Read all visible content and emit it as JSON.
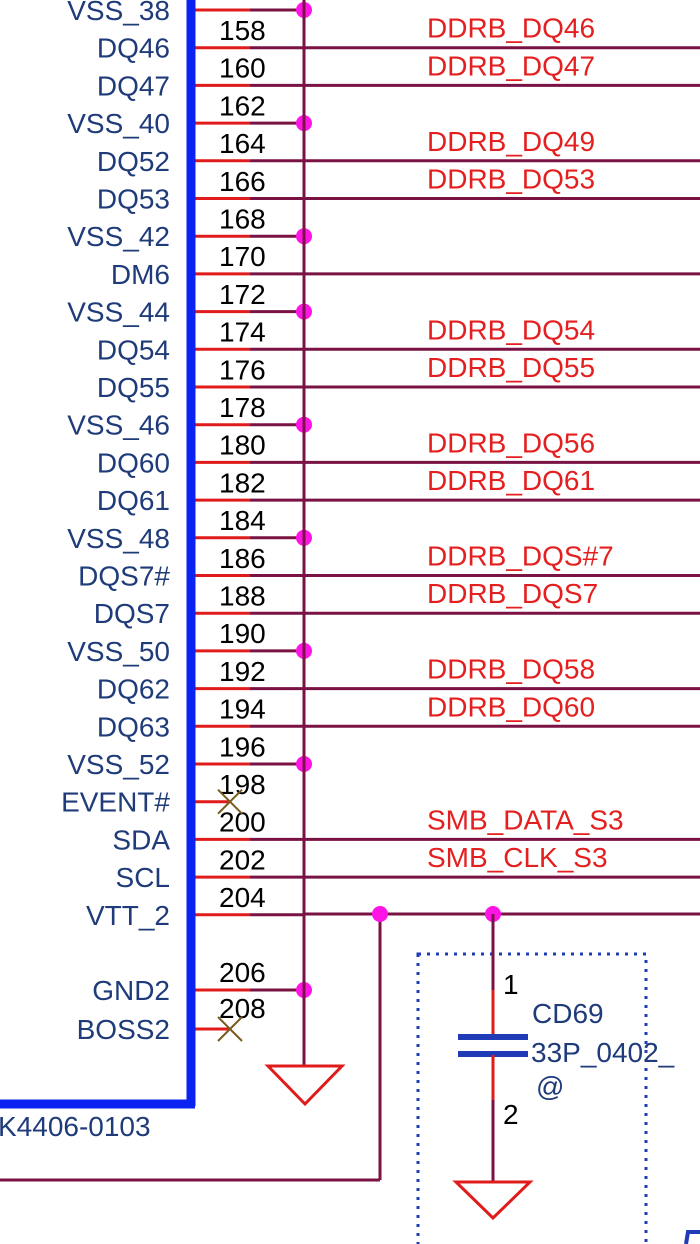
{
  "connector": {
    "part_number": "K4406-0103",
    "pins": [
      {
        "name": "VSS_38",
        "number": "158",
        "net": "",
        "type": "gnd"
      },
      {
        "name": "DQ46",
        "number": "160",
        "net": "DDRB_DQ46",
        "type": "signal"
      },
      {
        "name": "DQ47",
        "number": "162",
        "net": "DDRB_DQ47",
        "type": "signal"
      },
      {
        "name": "VSS_40",
        "number": "164",
        "net": "",
        "type": "gnd"
      },
      {
        "name": "DQ52",
        "number": "166",
        "net": "DDRB_DQ49",
        "type": "signal"
      },
      {
        "name": "DQ53",
        "number": "168",
        "net": "DDRB_DQ53",
        "type": "signal"
      },
      {
        "name": "VSS_42",
        "number": "170",
        "net": "",
        "type": "gnd"
      },
      {
        "name": "DM6",
        "number": "172",
        "net": "",
        "type": "signal"
      },
      {
        "name": "VSS_44",
        "number": "174",
        "net": "",
        "type": "gnd"
      },
      {
        "name": "DQ54",
        "number": "176",
        "net": "DDRB_DQ54",
        "type": "signal"
      },
      {
        "name": "DQ55",
        "number": "178",
        "net": "DDRB_DQ55",
        "type": "signal"
      },
      {
        "name": "VSS_46",
        "number": "180",
        "net": "",
        "type": "gnd"
      },
      {
        "name": "DQ60",
        "number": "182",
        "net": "DDRB_DQ56",
        "type": "signal"
      },
      {
        "name": "DQ61",
        "number": "184",
        "net": "DDRB_DQ61",
        "type": "signal"
      },
      {
        "name": "VSS_48",
        "number": "186",
        "net": "",
        "type": "gnd"
      },
      {
        "name": "DQS7#",
        "number": "188",
        "net": "DDRB_DQS#7",
        "type": "signal"
      },
      {
        "name": "DQS7",
        "number": "190",
        "net": "DDRB_DQS7",
        "type": "signal"
      },
      {
        "name": "VSS_50",
        "number": "192",
        "net": "",
        "type": "gnd"
      },
      {
        "name": "DQ62",
        "number": "194",
        "net": "DDRB_DQ58",
        "type": "signal"
      },
      {
        "name": "DQ63",
        "number": "196",
        "net": "DDRB_DQ60",
        "type": "signal"
      },
      {
        "name": "VSS_52",
        "number": "198",
        "net": "",
        "type": "gnd"
      },
      {
        "name": "EVENT#",
        "number": "200",
        "net": "",
        "type": "nc"
      },
      {
        "name": "SDA",
        "number": "202",
        "net": "SMB_DATA_S3",
        "type": "signal"
      },
      {
        "name": "SCL",
        "number": "204",
        "net": "SMB_CLK_S3",
        "type": "signal"
      },
      {
        "name": "VTT_2",
        "number": "",
        "net": "",
        "type": "vtt"
      },
      {
        "name": "GND2",
        "number": "206",
        "net": "",
        "type": "gnd"
      },
      {
        "name": "BOSS2",
        "number": "208",
        "net": "",
        "type": "nc"
      }
    ]
  },
  "capacitor": {
    "ref": "CD69",
    "value": "33P_0402_",
    "marker": "@",
    "pin1": "1",
    "pin2": "2"
  },
  "colors": {
    "body": "#0a23f0",
    "pin_stub": "#e01b1b",
    "wire": "#7a1244",
    "junction": "#ff14e6",
    "net_label": "#e41f1f",
    "pin_text": "#1f3b79",
    "dotted_box": "#1f3bb5",
    "nc_mark": "#7a5a1e"
  }
}
